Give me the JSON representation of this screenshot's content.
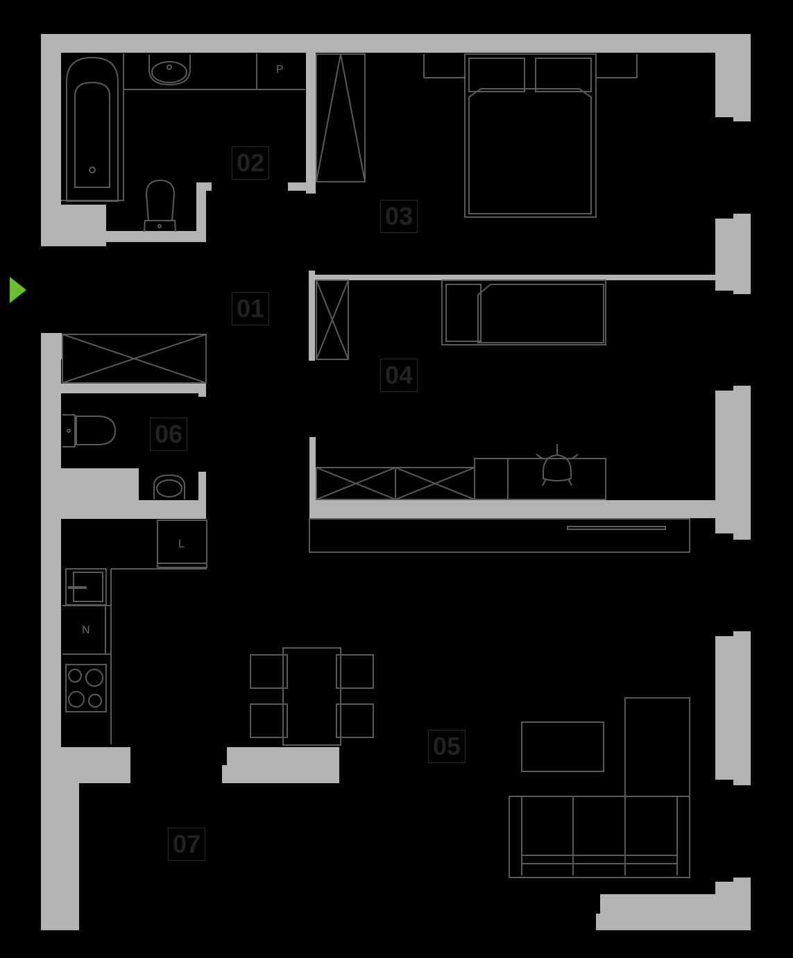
{
  "floorplan": {
    "colors": {
      "background": "#000000",
      "wall": "#b3b3b3",
      "furniture_line": "#5a5a5a",
      "label_text": "#222222",
      "entry_arrow": "#6abf2e"
    },
    "entry": {
      "icon": "entry-arrow-icon"
    },
    "rooms": [
      {
        "id": "01",
        "label": "01"
      },
      {
        "id": "02",
        "label": "02"
      },
      {
        "id": "03",
        "label": "03"
      },
      {
        "id": "04",
        "label": "04"
      },
      {
        "id": "05",
        "label": "05"
      },
      {
        "id": "06",
        "label": "06"
      },
      {
        "id": "07",
        "label": "07"
      }
    ],
    "fixture_letters": {
      "bathroom_cabinet": "P",
      "kitchen_fridge": "L",
      "kitchen_cabinet": "N"
    }
  }
}
